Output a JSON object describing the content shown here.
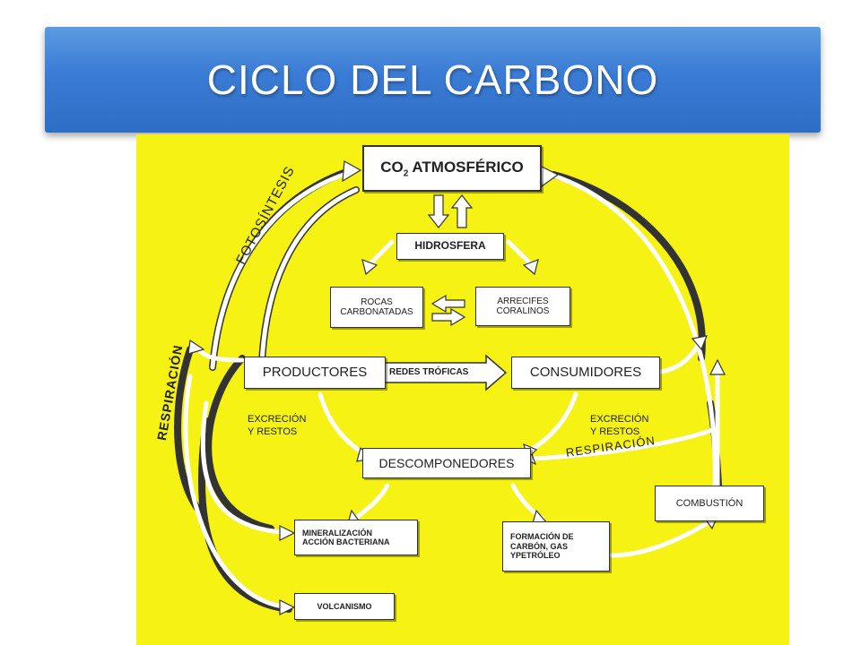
{
  "slide": {
    "title": "CICLO DEL CARBONO"
  },
  "diagram": {
    "nodes": {
      "co2": {
        "main": "CO",
        "sub": "2",
        "rest": " ATMOSFÉRICO"
      },
      "hidrosfera": "HIDROSFERA",
      "rocas": "ROCAS\nCARBONATADAS",
      "arrecifes": "ARRECIFES\nCORALINOS",
      "productores": "PRODUCTORES",
      "redes": "REDES TRÓFICAS",
      "consumidores": "CONSUMIDORES",
      "descomponedores": "DESCOMPONEDORES",
      "mineralizacion": "MINERALIZACIÓN\nACCIÓN BACTERIANA",
      "formacion": "FORMACIÓN DE\nCARBÓN, GAS\nYPETRÓLEO",
      "combustion": "COMBUSTIÓN",
      "volcanismo": "VOLCANISMO"
    },
    "labels": {
      "fotosintesis": "FOTOSÍNTESIS",
      "respiracion_left": "RESPIRACIÓN",
      "respiracion_right": "RESPIRACIÓN",
      "excrecion_left": "EXCRECIÓN\nY RESTOS",
      "excrecion_right": "EXCRECIÓN\nY RESTOS"
    },
    "colors": {
      "background": "#f5f214",
      "box": "#ffffff",
      "arrow": "#ffffff",
      "outline": "#333333"
    }
  }
}
